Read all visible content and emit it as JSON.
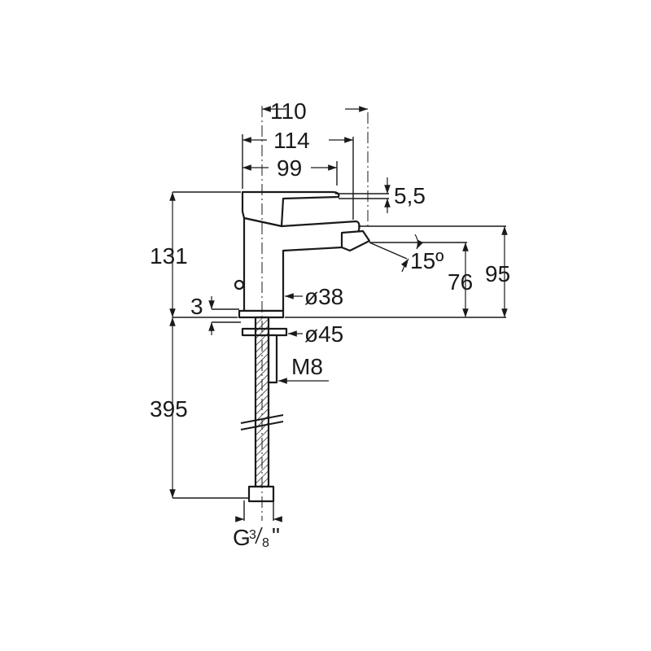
{
  "dimensions": {
    "width_total": "110",
    "width_body": "114",
    "width_handle": "99",
    "lever_thickness": "5,5",
    "total_height": "131",
    "spout_angle": "15º",
    "spout_height": "76",
    "spout_top_height": "95",
    "base_offset": "3",
    "base_diameter": "ø38",
    "flange_diameter": "ø45",
    "stud_thread": "M8",
    "hose_length": "395",
    "connection_thread": "G",
    "connection_fraction_num": "3",
    "connection_fraction_den": "8",
    "connection_inch_mark": "\""
  }
}
